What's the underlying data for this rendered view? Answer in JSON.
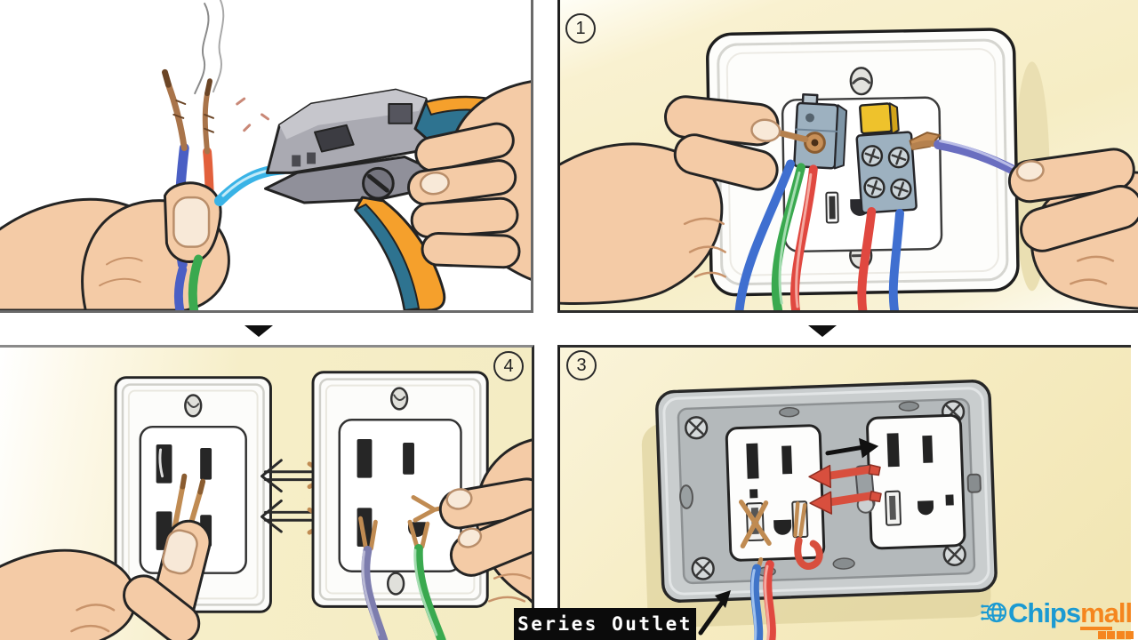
{
  "panels": {
    "top_left": {
      "content": "hands stripping wire insulation with a wire stripper tool"
    },
    "top_right": {
      "number": "1",
      "content": "hands attaching wires to outlet terminal blocks"
    },
    "bottom_left": {
      "number": "4",
      "content": "fork terminals being inserted into two outlets"
    },
    "bottom_right": {
      "number": "3",
      "content": "two receptacles linked in series on one mounting plate"
    }
  },
  "caption": {
    "text": "Series Outlet"
  },
  "logo": {
    "text_blue": "Chips",
    "text_orange": "mall"
  },
  "icons": {
    "step_flow": "down-triangle",
    "caption_pointer": "up-right-arrow",
    "logo_mark": "globe-chip"
  },
  "colors": {
    "panel_cream": "#f6edc4",
    "panel_white": "#ffffff",
    "caption_bg": "#0b0b0b",
    "caption_text": "#ffffff",
    "logo_blue": "#1b9ad2",
    "logo_orange": "#f5861f",
    "skin": "#f4cba6",
    "outline": "#242424",
    "wire_blue": "#3f6fd0",
    "wire_indigo": "#4a5fc4",
    "wire_cyan": "#39b3e6",
    "wire_green": "#3aa94f",
    "wire_red": "#e04840",
    "wire_orange": "#e2603c",
    "wire_purple": "#7d7dae",
    "copper": "#c08b52",
    "tool_gray": "#aaaab2",
    "handle_orange": "#f5a02c",
    "handle_teal": "#2e7390",
    "plate_gray": "#c9cdce",
    "terminal_blue": "#9db1c0",
    "connector_yellow": "#eec22c"
  }
}
